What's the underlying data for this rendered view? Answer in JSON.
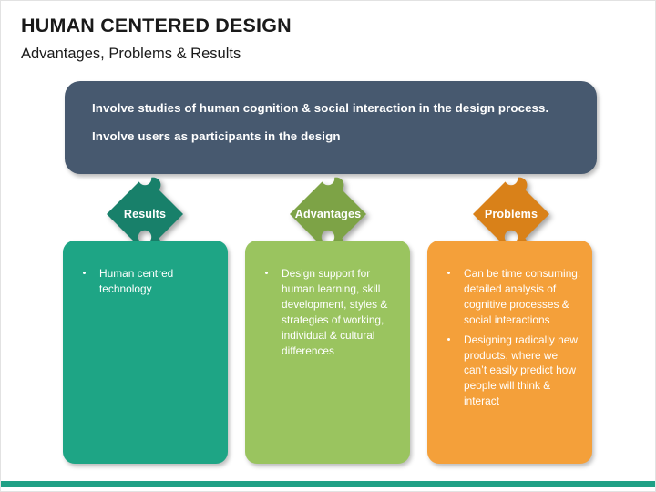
{
  "page_title": "HUMAN CENTERED DESIGN",
  "page_subtitle": "Advantages, Problems & Results",
  "banner": {
    "line1": "Involve studies of human cognition & social interaction in the design process.",
    "line2": "Involve users as participants in the design"
  },
  "colors": {
    "banner": "#47596f",
    "bottom_bar": "#20a085",
    "teal_card": "#1ea585",
    "teal_diamond": "#18806a",
    "green_card": "#9ac45f",
    "green_diamond": "#7da346",
    "orange_card": "#f4a03a",
    "orange_diamond": "#d98119",
    "title_text": "#1a1a1a",
    "slide_border": "#e2e2e2"
  },
  "columns": [
    {
      "key": "results",
      "label": "Results",
      "diamond_color": "#18806a",
      "card_color": "#1ea585",
      "bullets": [
        "Human centred technology"
      ]
    },
    {
      "key": "advantages",
      "label": "Advantages",
      "diamond_color": "#7da346",
      "card_color": "#9ac45f",
      "bullets": [
        "Design support for human learning, skill development, styles & strategies of working, individual & cultural differences"
      ]
    },
    {
      "key": "problems",
      "label": "Problems",
      "diamond_color": "#d98119",
      "card_color": "#f4a03a",
      "bullets": [
        "Can be time consuming: detailed analysis of cognitive processes & social interactions",
        "Designing radically new products, where we can’t easily predict how people will think & interact"
      ]
    }
  ]
}
